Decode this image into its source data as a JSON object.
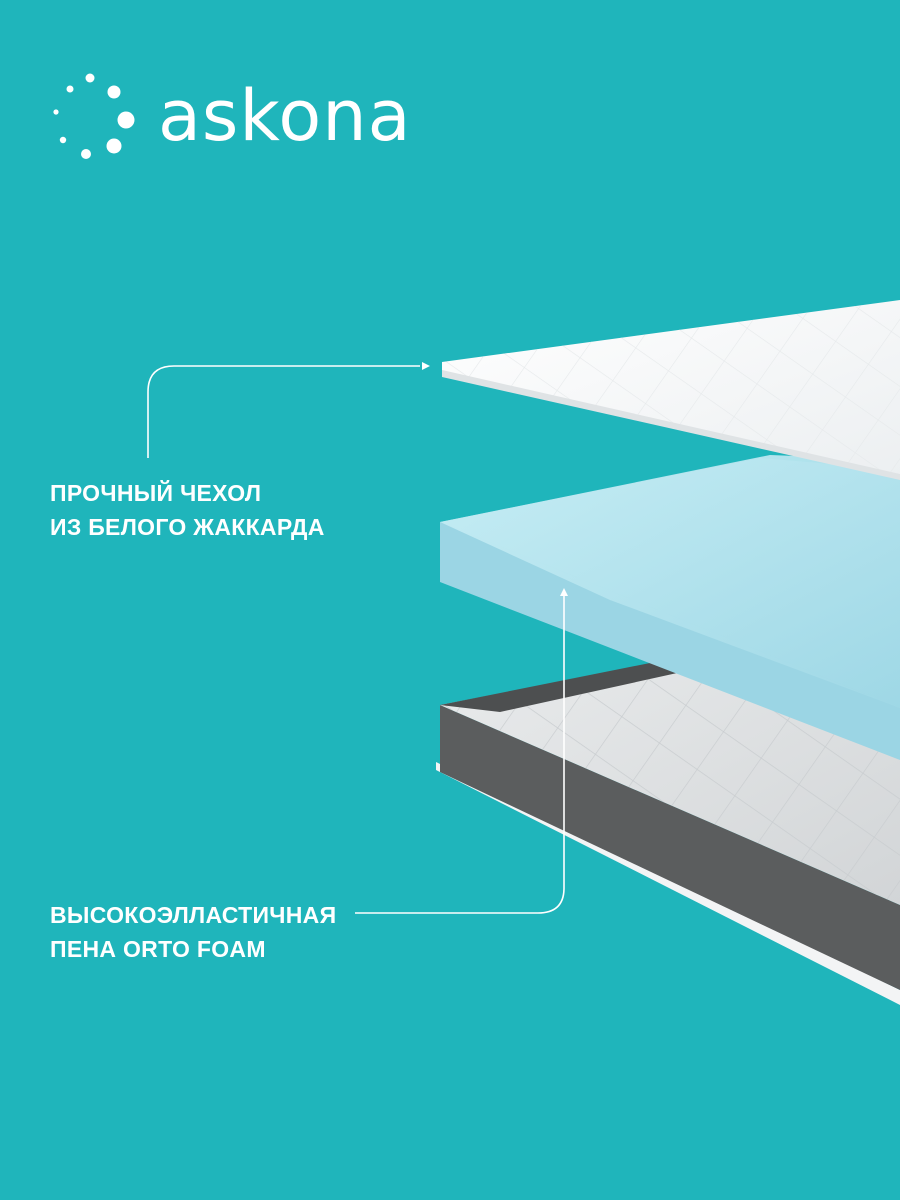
{
  "brand": {
    "name": "askona",
    "logo_icon": "dotted-circle-icon"
  },
  "colors": {
    "background": "#1fb5bb",
    "text": "#ffffff",
    "foam": "#b7e4ee",
    "cover": "#f4f6f7",
    "base_side": "#5a5c5d"
  },
  "callouts": [
    {
      "lines": [
        "ПРОЧНЫЙ ЧЕХОЛ",
        "ИЗ БЕЛОГО ЖАККАРДА"
      ]
    },
    {
      "lines": [
        "ВЫСОКОЭЛЛАСТИЧНАЯ",
        "ПЕНА ORTO FOAM"
      ]
    }
  ]
}
